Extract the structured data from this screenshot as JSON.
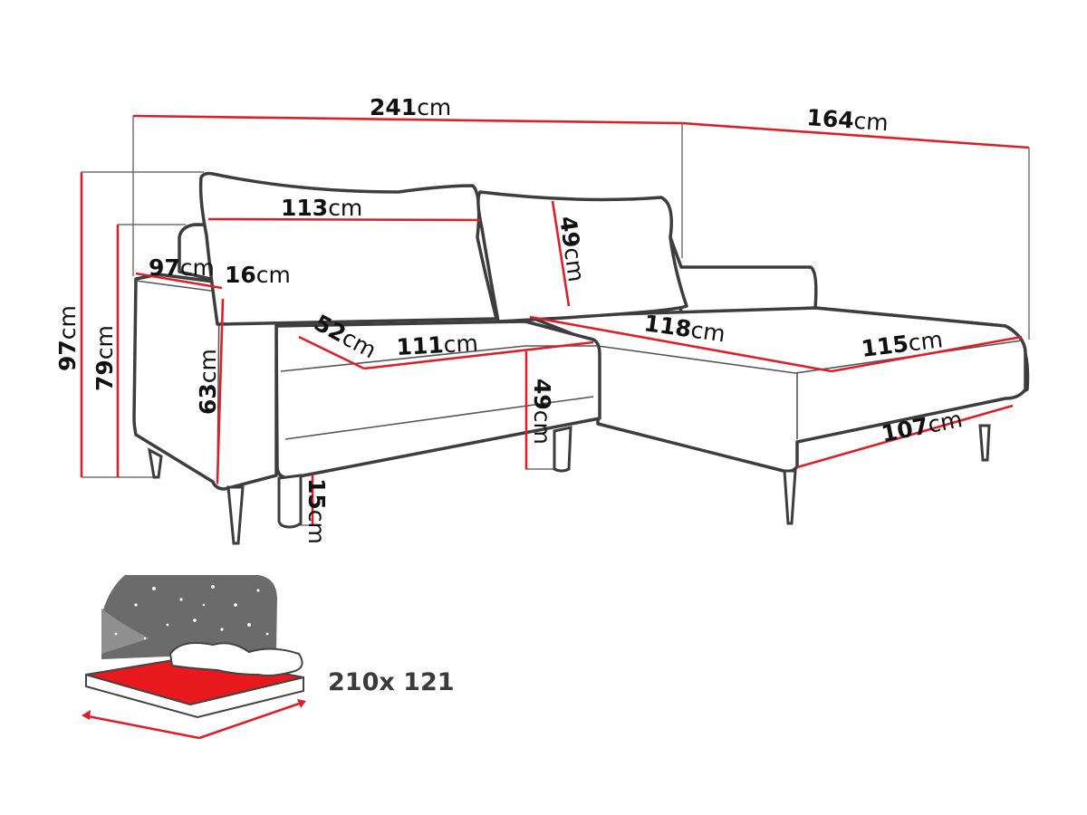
{
  "colors": {
    "outline": "#3d3d3d",
    "dimension_line": "#d8212a",
    "mattress": "#e8191c",
    "night_sky": "#6b6b6b"
  },
  "unit": "cm",
  "dimensions": {
    "total_width": "241",
    "chaise_depth": "164",
    "total_height": "97",
    "back_height": "79",
    "armrest_depth": "97",
    "armrest_width": "16",
    "armrest_height": "63",
    "leg_height": "15",
    "back_cushion_width": "113",
    "back_cushion_height": "49",
    "seat_depth": "52",
    "seat_width": "111",
    "seat_height": "49",
    "chaise_length": "118",
    "chaise_width": "115",
    "chaise_front_width": "107"
  },
  "bed": {
    "icon": "bed-night-icon",
    "size_label": "210x 121"
  }
}
